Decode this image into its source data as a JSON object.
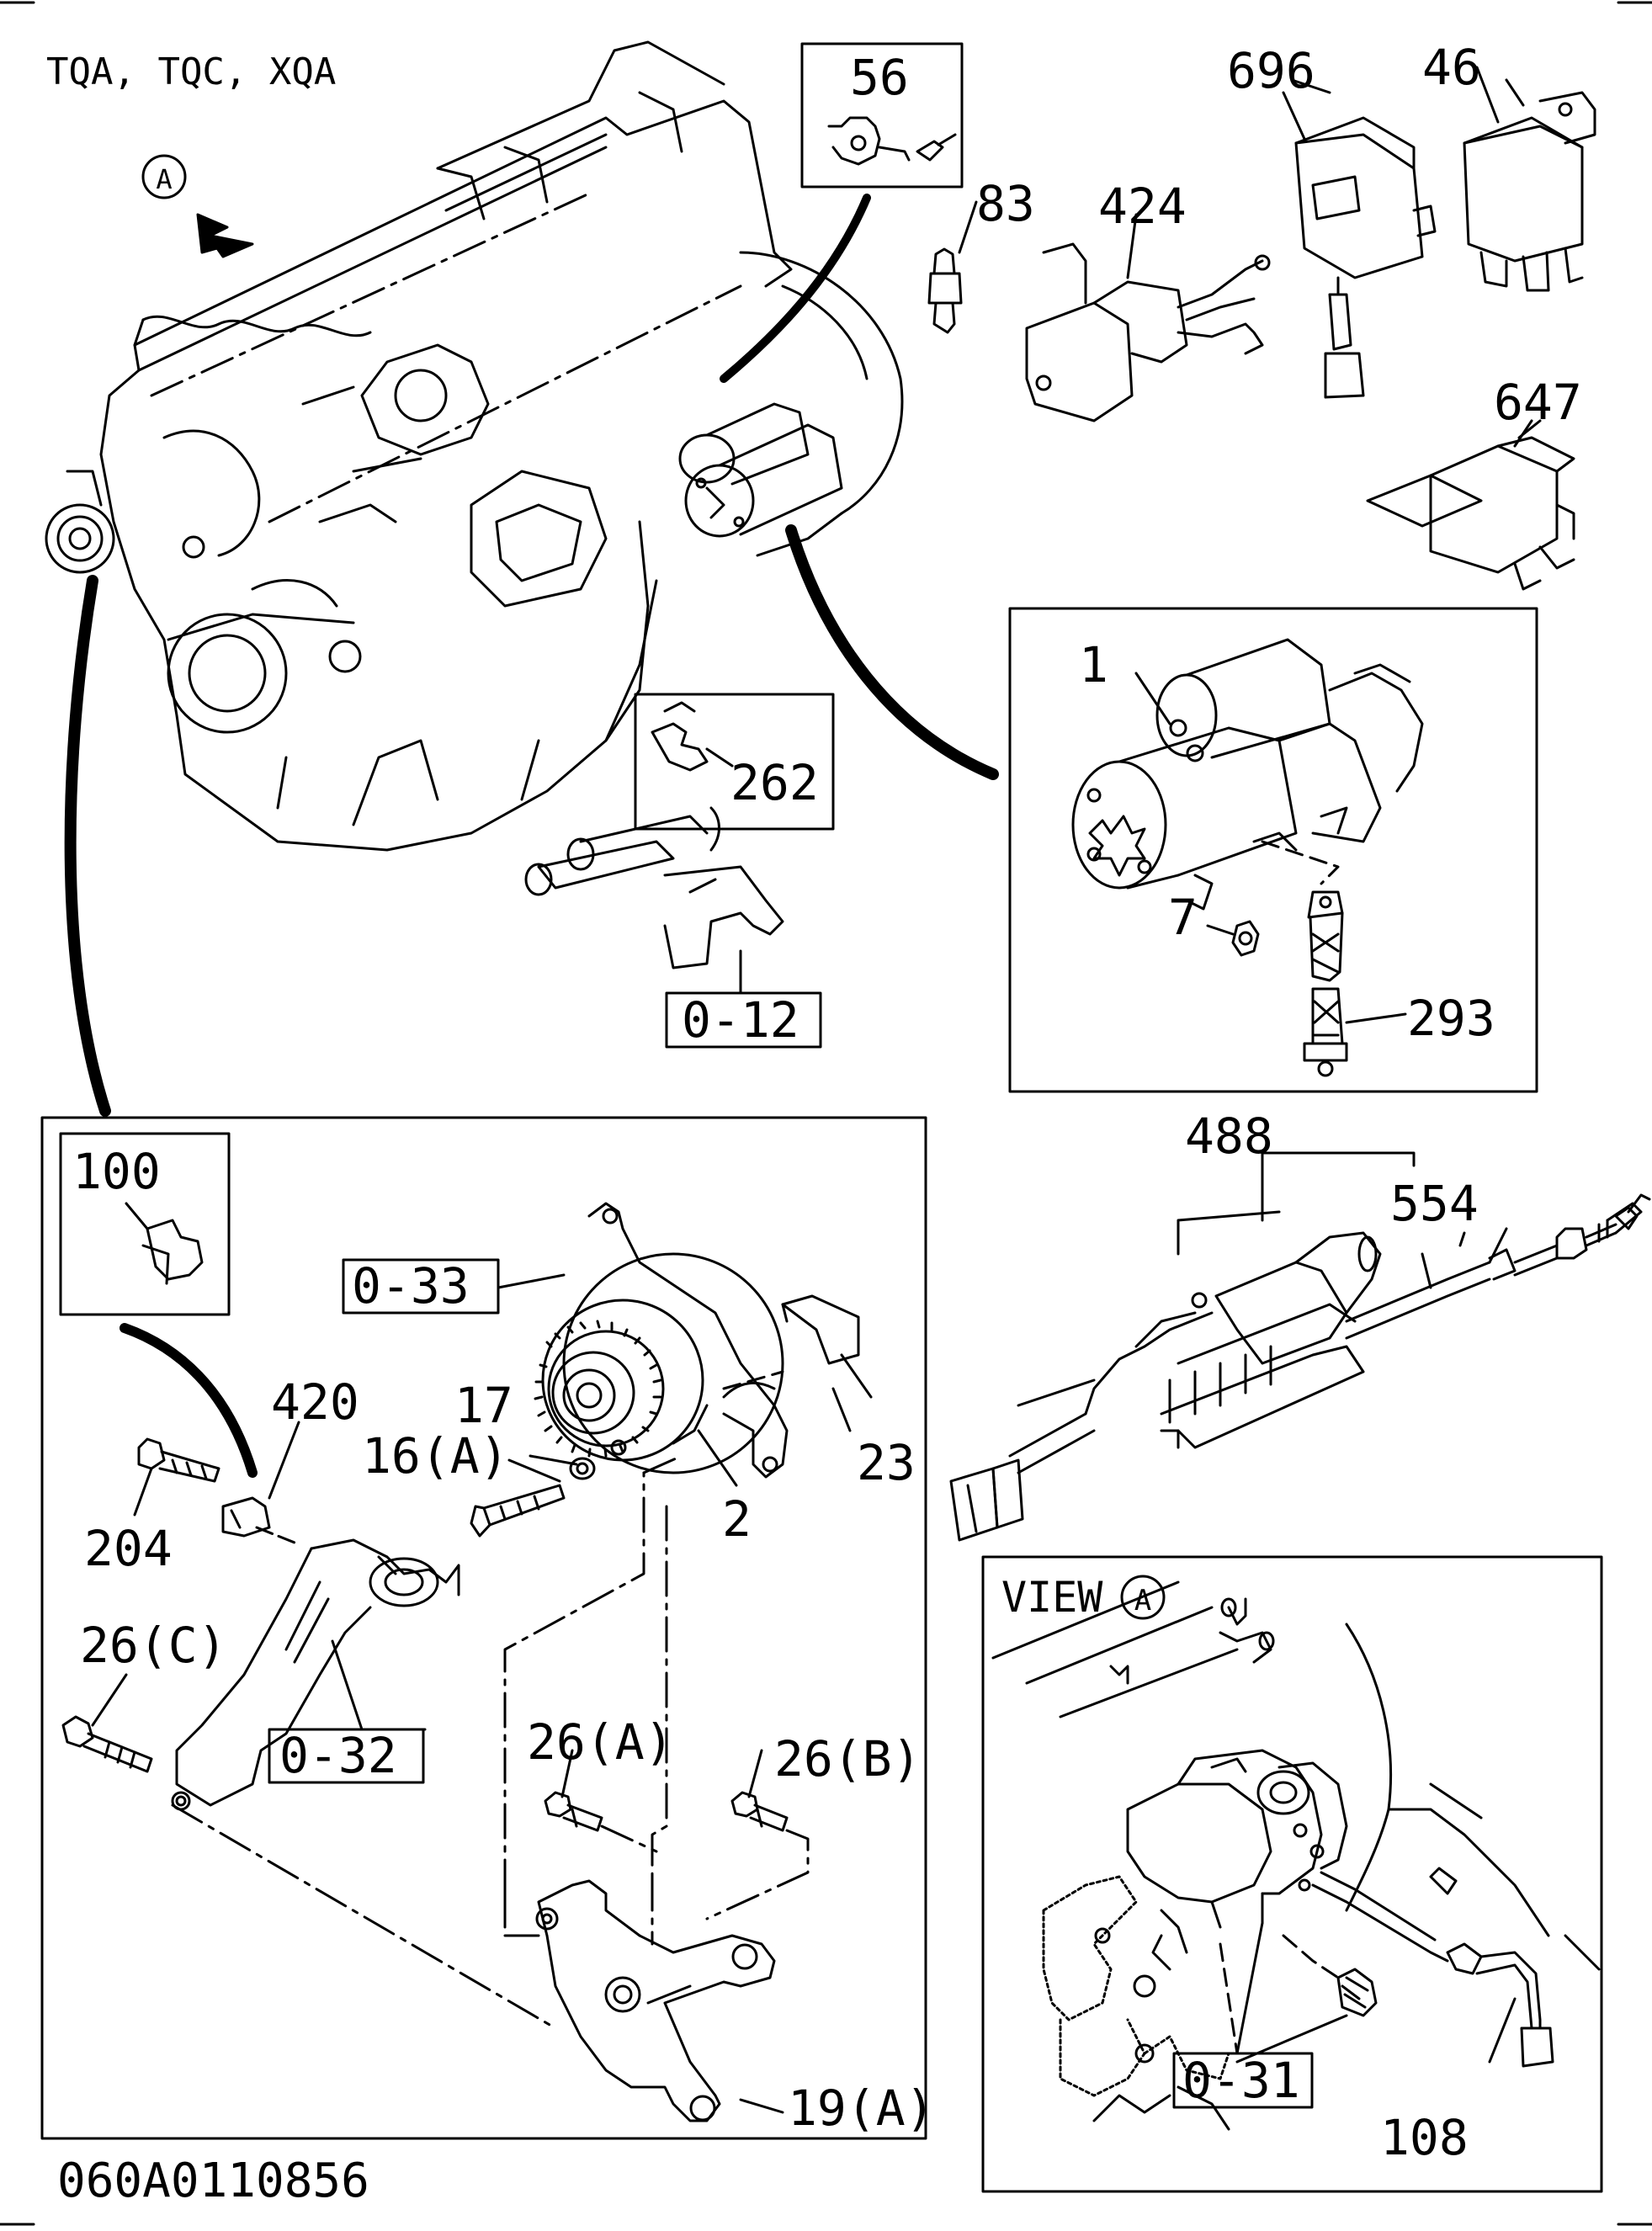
{
  "header": {
    "models": "TQA, TQC, XQA"
  },
  "footer": {
    "drawing_number": "060A0110856"
  },
  "view_marker": {
    "letter": "A"
  },
  "view_panel": {
    "title": "VIEW",
    "letter": "A"
  },
  "labels": {
    "p56": "56",
    "p696": "696",
    "p46": "46",
    "p83": "83",
    "p424": "424",
    "p647": "647",
    "p262": "262",
    "ref_0_12": "0-12",
    "p1": "1",
    "p7": "7",
    "p293": "293",
    "p488": "488",
    "p554": "554",
    "p100": "100",
    "ref_0_33": "0-33",
    "p420": "420",
    "p17": "17",
    "p16a": "16(A)",
    "p23": "23",
    "p2": "2",
    "p204": "204",
    "p26c": "26(C)",
    "ref_0_32": "0-32",
    "p26a": "26(A)",
    "p26b": "26(B)",
    "p19a": "19(A)",
    "ref_0_31": "0-31",
    "p108": "108"
  }
}
